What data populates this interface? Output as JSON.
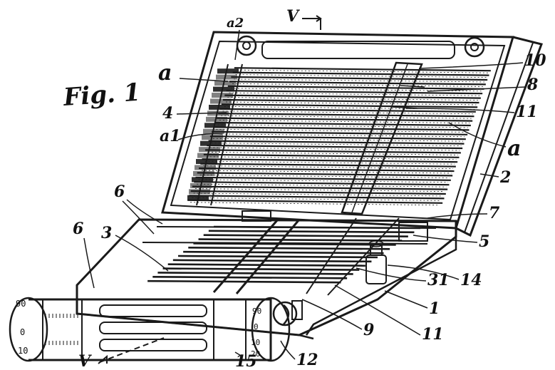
{
  "figure": {
    "title": "Fig. 1",
    "section_markers": [
      "V",
      "V"
    ],
    "labels": [
      "a2",
      "a",
      "4",
      "a1",
      "10",
      "8",
      "11",
      "a",
      "2",
      "6",
      "6",
      "3",
      "7",
      "5",
      "14",
      "31",
      "1",
      "9",
      "11",
      "12",
      "15"
    ],
    "dial_numbers": [
      "90",
      "0",
      "10",
      "90",
      "0",
      "10",
      "20"
    ],
    "colors": {
      "ink": "#1a1a1a",
      "paper": "#ffffff"
    }
  }
}
